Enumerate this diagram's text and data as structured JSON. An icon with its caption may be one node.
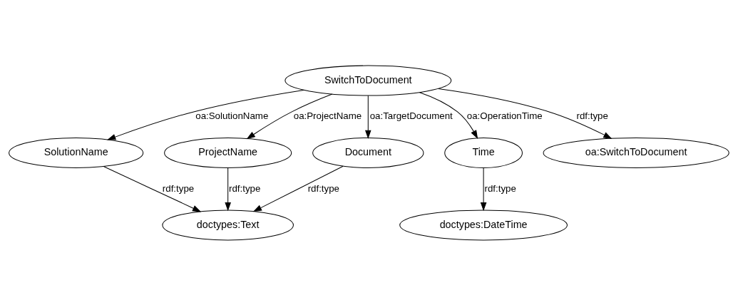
{
  "diagram": {
    "nodes": [
      {
        "text": [
          "SwitchToDocument"
        ]
      },
      {
        "text": [
          "SolutionName"
        ]
      },
      {
        "text": [
          "ProjectName"
        ]
      },
      {
        "text": [
          "Document"
        ]
      },
      {
        "text": [
          "Time"
        ]
      },
      {
        "text": [
          "oa:SwitchToDocument"
        ]
      },
      {
        "text": [
          "doctypes:Text"
        ]
      },
      {
        "text": [
          "doctypes:DateTime"
        ]
      }
    ],
    "edges": [
      {
        "from": 0,
        "to": 1,
        "arrow": "to",
        "label": "oa:SolutionName"
      },
      {
        "from": 0,
        "to": 2,
        "arrow": "to",
        "label": "oa:ProjectName"
      },
      {
        "from": 0,
        "to": 3,
        "arrow": "to",
        "label": "oa:TargetDocument"
      },
      {
        "from": 0,
        "to": 4,
        "arrow": "to",
        "label": "oa:OperationTime"
      },
      {
        "from": 0,
        "to": 5,
        "arrow": "to",
        "label": "rdf:type"
      },
      {
        "from": 1,
        "to": 6,
        "arrow": "to",
        "label": "rdf:type"
      },
      {
        "from": 2,
        "to": 6,
        "arrow": "to",
        "label": "rdf:type"
      },
      {
        "from": 3,
        "to": 6,
        "arrow": "to",
        "label": "rdf:type"
      },
      {
        "from": 4,
        "to": 7,
        "arrow": "to",
        "label": "rdf:type"
      }
    ]
  }
}
